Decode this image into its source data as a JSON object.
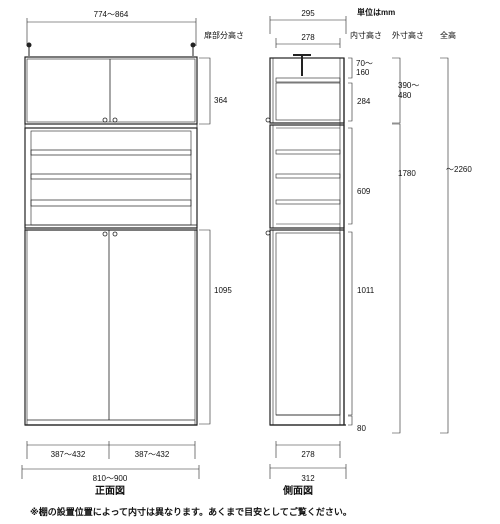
{
  "unit_label": "単位はmm",
  "headers": {
    "crown_height": "扉部分高さ",
    "inner_height": "内寸高さ",
    "outer_height": "外寸高さ",
    "total_height": "全高"
  },
  "front": {
    "caption": "正面図",
    "top_width": "774～864",
    "upper_door_height": "364",
    "lower_door_height": "1095",
    "door_width_left": "387～432",
    "door_width_right": "387～432",
    "overall_width": "810～900"
  },
  "side": {
    "caption": "側面図",
    "outer_depth_top": "295",
    "inner_depth_top": "278",
    "inner_depth_bottom": "278",
    "outer_depth_bottom": "312",
    "inner_top_gap": "70～160",
    "inner_upper": "284",
    "inner_middle": "609",
    "inner_lower": "1011",
    "inner_base": "80",
    "outer_upper": "390～480",
    "outer_lower": "1780",
    "total_height": "～2260"
  },
  "note": "※棚の設置位置によって内寸は異なります。あくまで目安としてご覧ください。"
}
